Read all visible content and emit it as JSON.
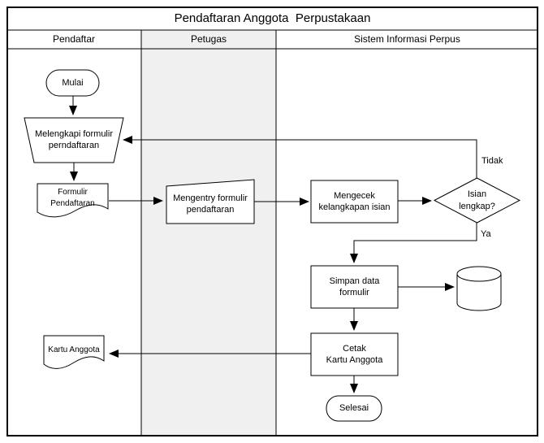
{
  "diagram": {
    "title": "Pendaftaran Anggota  Perpustakaan",
    "lanes": {
      "pendaftar": "Pendaftar",
      "petugas": "Petugas",
      "sistem": "Sistem Informasi Perpus"
    },
    "nodes": {
      "mulai": {
        "type": "terminator-start",
        "label": "Mulai"
      },
      "melengkapi": {
        "type": "manual-operation",
        "line1": "Melengkapi formulir",
        "line2": "perndaftaran"
      },
      "formulir": {
        "type": "document",
        "line1": "Formulir",
        "line2": "Pendaftaran"
      },
      "mengentry": {
        "type": "manual-input",
        "line1": "Mengentry formulir",
        "line2": "pendaftaran"
      },
      "mengecek": {
        "type": "process",
        "line1": "Mengecek",
        "line2": "kelangkapan isian"
      },
      "isian": {
        "type": "decision",
        "line1": "Isian",
        "line2": "lengkap?"
      },
      "simpan": {
        "type": "process",
        "line1": "Simpan data",
        "line2": "formulir"
      },
      "database": {
        "type": "data-store-cylinder"
      },
      "cetak": {
        "type": "process",
        "line1": "Cetak",
        "line2": "Kartu Anggota"
      },
      "selesai": {
        "type": "terminator-end",
        "label": "Selesai"
      },
      "kartu": {
        "type": "document",
        "label": "Kartu Anggota"
      }
    },
    "branch_labels": {
      "tidak": "Tidak",
      "ya": "Ya"
    },
    "colors": {
      "stroke": "#000000",
      "lane_fill": "#f0f0f0",
      "shape_fill": "#ffffff",
      "background": "#ffffff"
    }
  }
}
